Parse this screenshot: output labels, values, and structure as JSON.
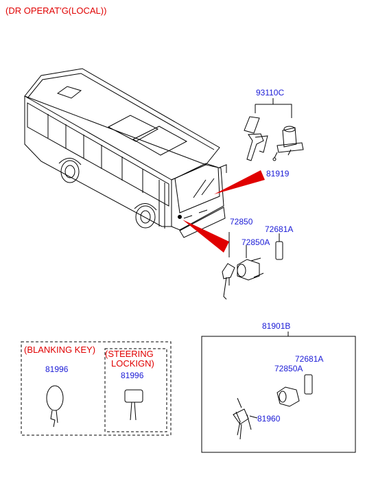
{
  "header": {
    "title": "(DR OPERAT'G(LOCAL))"
  },
  "labels": {
    "p93110C": "93110C",
    "p81919": "81919",
    "p72850": "72850",
    "p72681A_top": "72681A",
    "p72850A_top": "72850A",
    "p81901B": "81901B",
    "p72681A_box": "72681A",
    "p72850A_box": "72850A",
    "p81960": "81960",
    "p81996_blank": "81996",
    "p81996_steer": "81996"
  },
  "notes": {
    "blanking_key": "(BLANKING KEY)",
    "steering_line1": "(STEERING",
    "steering_line2": "LOCKIGN)"
  },
  "colors": {
    "part_label": "#1a1ad6",
    "note": "#e00000",
    "line": "#000000",
    "pointer": "#e00000"
  }
}
